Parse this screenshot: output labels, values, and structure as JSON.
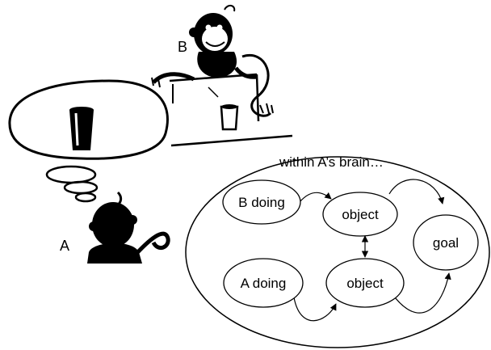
{
  "labels": {
    "monkey_b": "B",
    "monkey_a": "A",
    "brain_title": "within A’s brain…"
  },
  "nodes": {
    "b_doing": "B doing",
    "object_top": "object",
    "goal": "goal",
    "a_doing": "A doing",
    "object_bottom": "object"
  }
}
